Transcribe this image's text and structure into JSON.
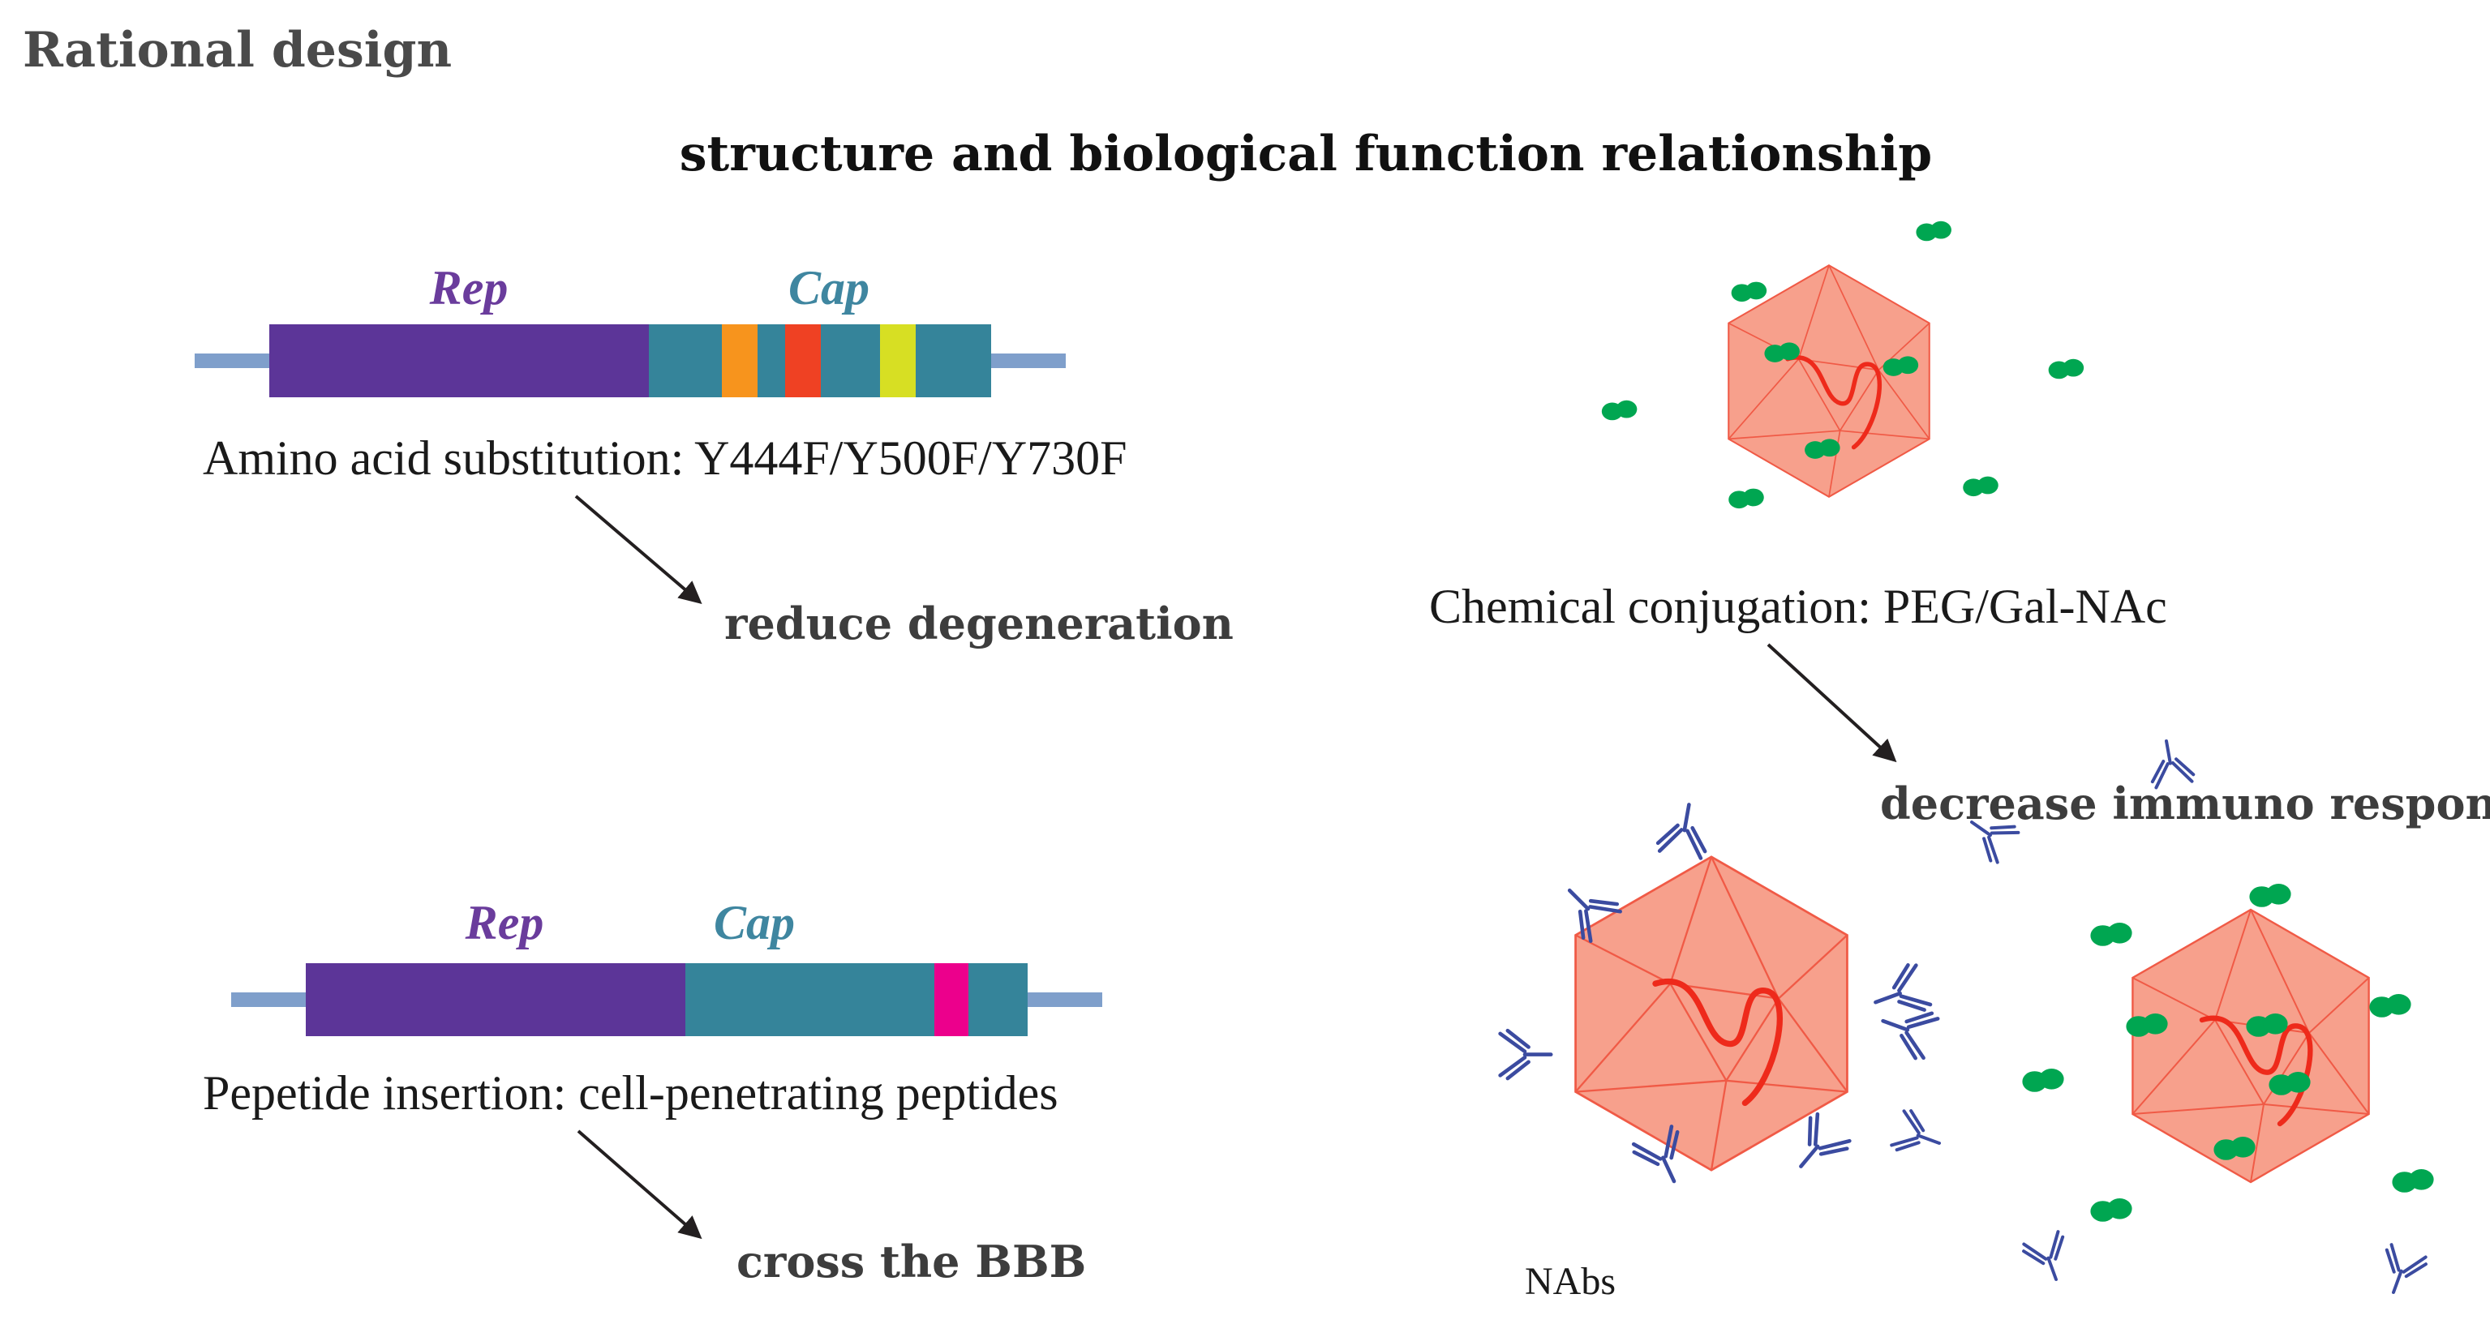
{
  "section_title": "Rational design",
  "main_title": "structure and biological function relationship",
  "panels": {
    "substitution": {
      "rep_label": "Rep",
      "cap_label": "Cap",
      "caption": "Amino acid substitution: Y444F/Y500F/Y730F",
      "outcome": "reduce degeneration"
    },
    "insertion": {
      "rep_label": "Rep",
      "cap_label": "Cap",
      "caption": "Pepetide insertion: cell-penetrating peptides",
      "outcome": "cross the BBB"
    },
    "conjugation": {
      "caption": "Chemical conjugation: PEG/Gal-NAc",
      "outcome": "decrease immuno response",
      "nabs_label": "NAbs"
    }
  },
  "colors": {
    "rep": "#5c3598",
    "cap": "#35849a",
    "linker": "#7f9fcb",
    "mutation_orange": "#f7941d",
    "mutation_red": "#ef4123",
    "mutation_yellow": "#d7df23",
    "peptide_magenta": "#ec008c",
    "capsid_fill": "#f7a08c",
    "capsid_stroke": "#f05a46",
    "genome": "#ee2a1b",
    "conjugate": "#00a651",
    "antibody": "#3b4ba0",
    "arrow": "#231f20"
  }
}
